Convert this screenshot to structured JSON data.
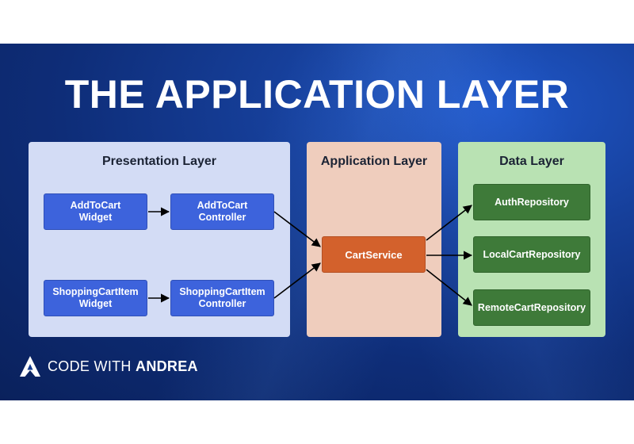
{
  "title": "THE APPLICATION LAYER",
  "layers": {
    "presentation": {
      "title": "Presentation Layer",
      "nodes": [
        {
          "line1": "AddToCart",
          "line2": "Widget"
        },
        {
          "line1": "AddToCart",
          "line2": "Controller"
        },
        {
          "line1": "ShoppingCartItem",
          "line2": "Widget"
        },
        {
          "line1": "ShoppingCartItem",
          "line2": "Controller"
        }
      ]
    },
    "application": {
      "title": "Application Layer",
      "nodes": [
        {
          "label": "CartService"
        }
      ]
    },
    "data": {
      "title": "Data Layer",
      "nodes": [
        {
          "label": "AuthRepository"
        },
        {
          "label": "LocalCartRepository"
        },
        {
          "label": "RemoteCartRepository"
        }
      ]
    }
  },
  "logo": {
    "word1": "CODE",
    "word2": "WITH",
    "word3": "ANDREA"
  },
  "colors": {
    "background": "#123a8f",
    "presentation_panel": "#d3dcf5",
    "application_panel": "#efcdbd",
    "data_panel": "#b9e2b3",
    "presentation_node": "#3d63dc",
    "application_node": "#d3612c",
    "data_node": "#3e7a39"
  }
}
